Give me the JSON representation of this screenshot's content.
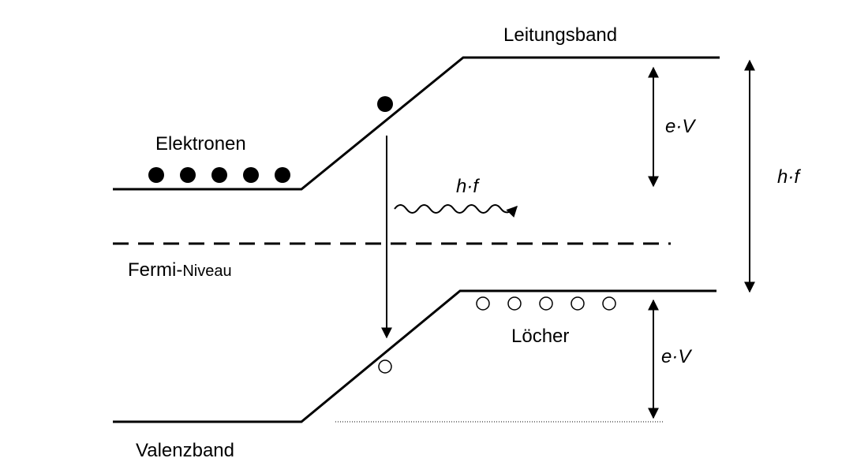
{
  "labels": {
    "leitungsband": "Leitungsband",
    "elektronen": "Elektronen",
    "fermi_prefix": "Fermi-",
    "fermi_suffix": "Niveau",
    "valenzband": "Valenzband",
    "loecher": "Löcher",
    "ev_top": "e·V",
    "ev_bottom": "e·V",
    "hf_photon": "h·f",
    "hf_gap": "h·f"
  },
  "counts": {
    "electrons": 5,
    "holes": 5
  },
  "colors": {
    "line": "#000000",
    "background": "#ffffff"
  }
}
